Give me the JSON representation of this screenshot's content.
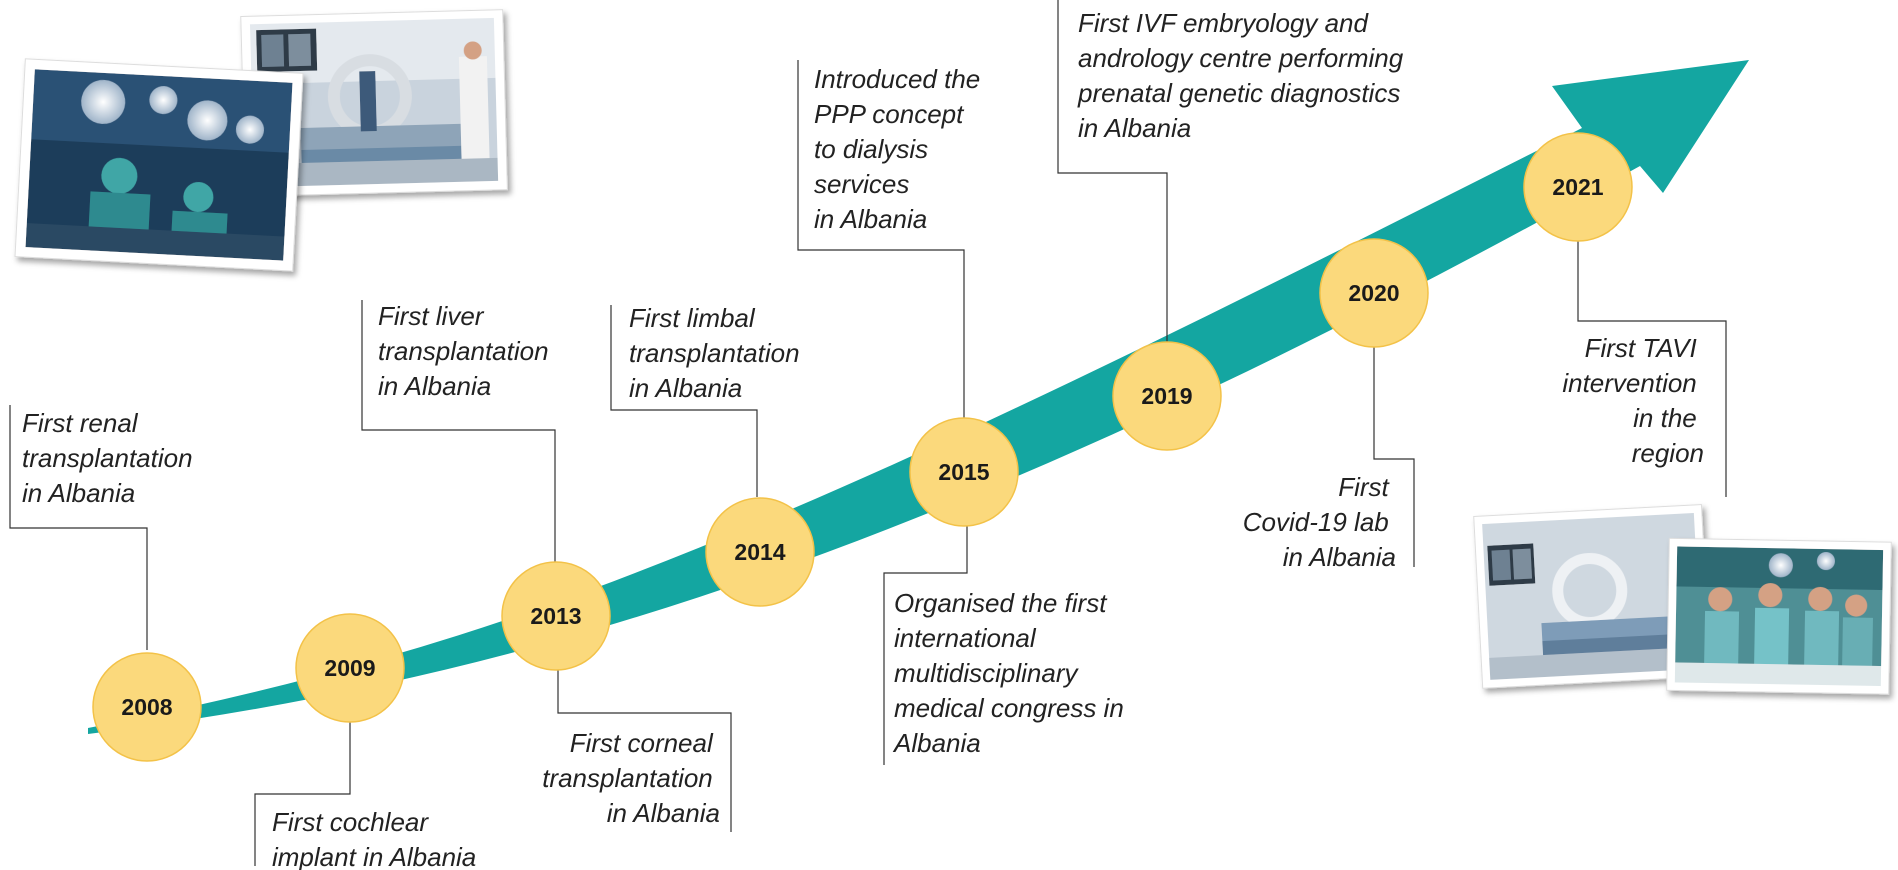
{
  "timeline": {
    "arrow_color": "#14a6a1",
    "node_color": "#fbd97c",
    "milestones": [
      {
        "year": "2008",
        "lines": [
          "First renal",
          "transplantation",
          "in Albania"
        ]
      },
      {
        "year": "2009",
        "lines": [
          "First cochlear",
          "implant in Albania"
        ]
      },
      {
        "year": "2013",
        "lines": [
          "First liver",
          "transplantation",
          "in Albania"
        ]
      },
      {
        "year": "2013",
        "lines": [
          "First corneal",
          "transplantation",
          "in Albania"
        ]
      },
      {
        "year": "2014",
        "lines": [
          "First limbal",
          "transplantation",
          "in Albania"
        ]
      },
      {
        "year": "2015",
        "lines": [
          "Introduced the",
          "PPP concept",
          "to dialysis",
          "services",
          "in Albania"
        ]
      },
      {
        "year": "2015",
        "lines": [
          "Organised the first",
          "international",
          "multidisciplinary",
          "medical congress in",
          "Albania"
        ]
      },
      {
        "year": "2019",
        "lines": [
          "First IVF embryology and",
          "andrology centre performing",
          "prenatal genetic diagnostics",
          "in Albania"
        ]
      },
      {
        "year": "2020",
        "lines": [
          "First",
          "Covid-19 lab",
          "in Albania"
        ]
      },
      {
        "year": "2021",
        "lines": [
          "First TAVI",
          "intervention",
          "in the",
          "region"
        ]
      }
    ]
  },
  "photos": [
    {
      "icon": "operating-room-photo"
    },
    {
      "icon": "cath-lab-photo"
    },
    {
      "icon": "cath-lab-photo"
    },
    {
      "icon": "surgical-team-photo"
    }
  ]
}
